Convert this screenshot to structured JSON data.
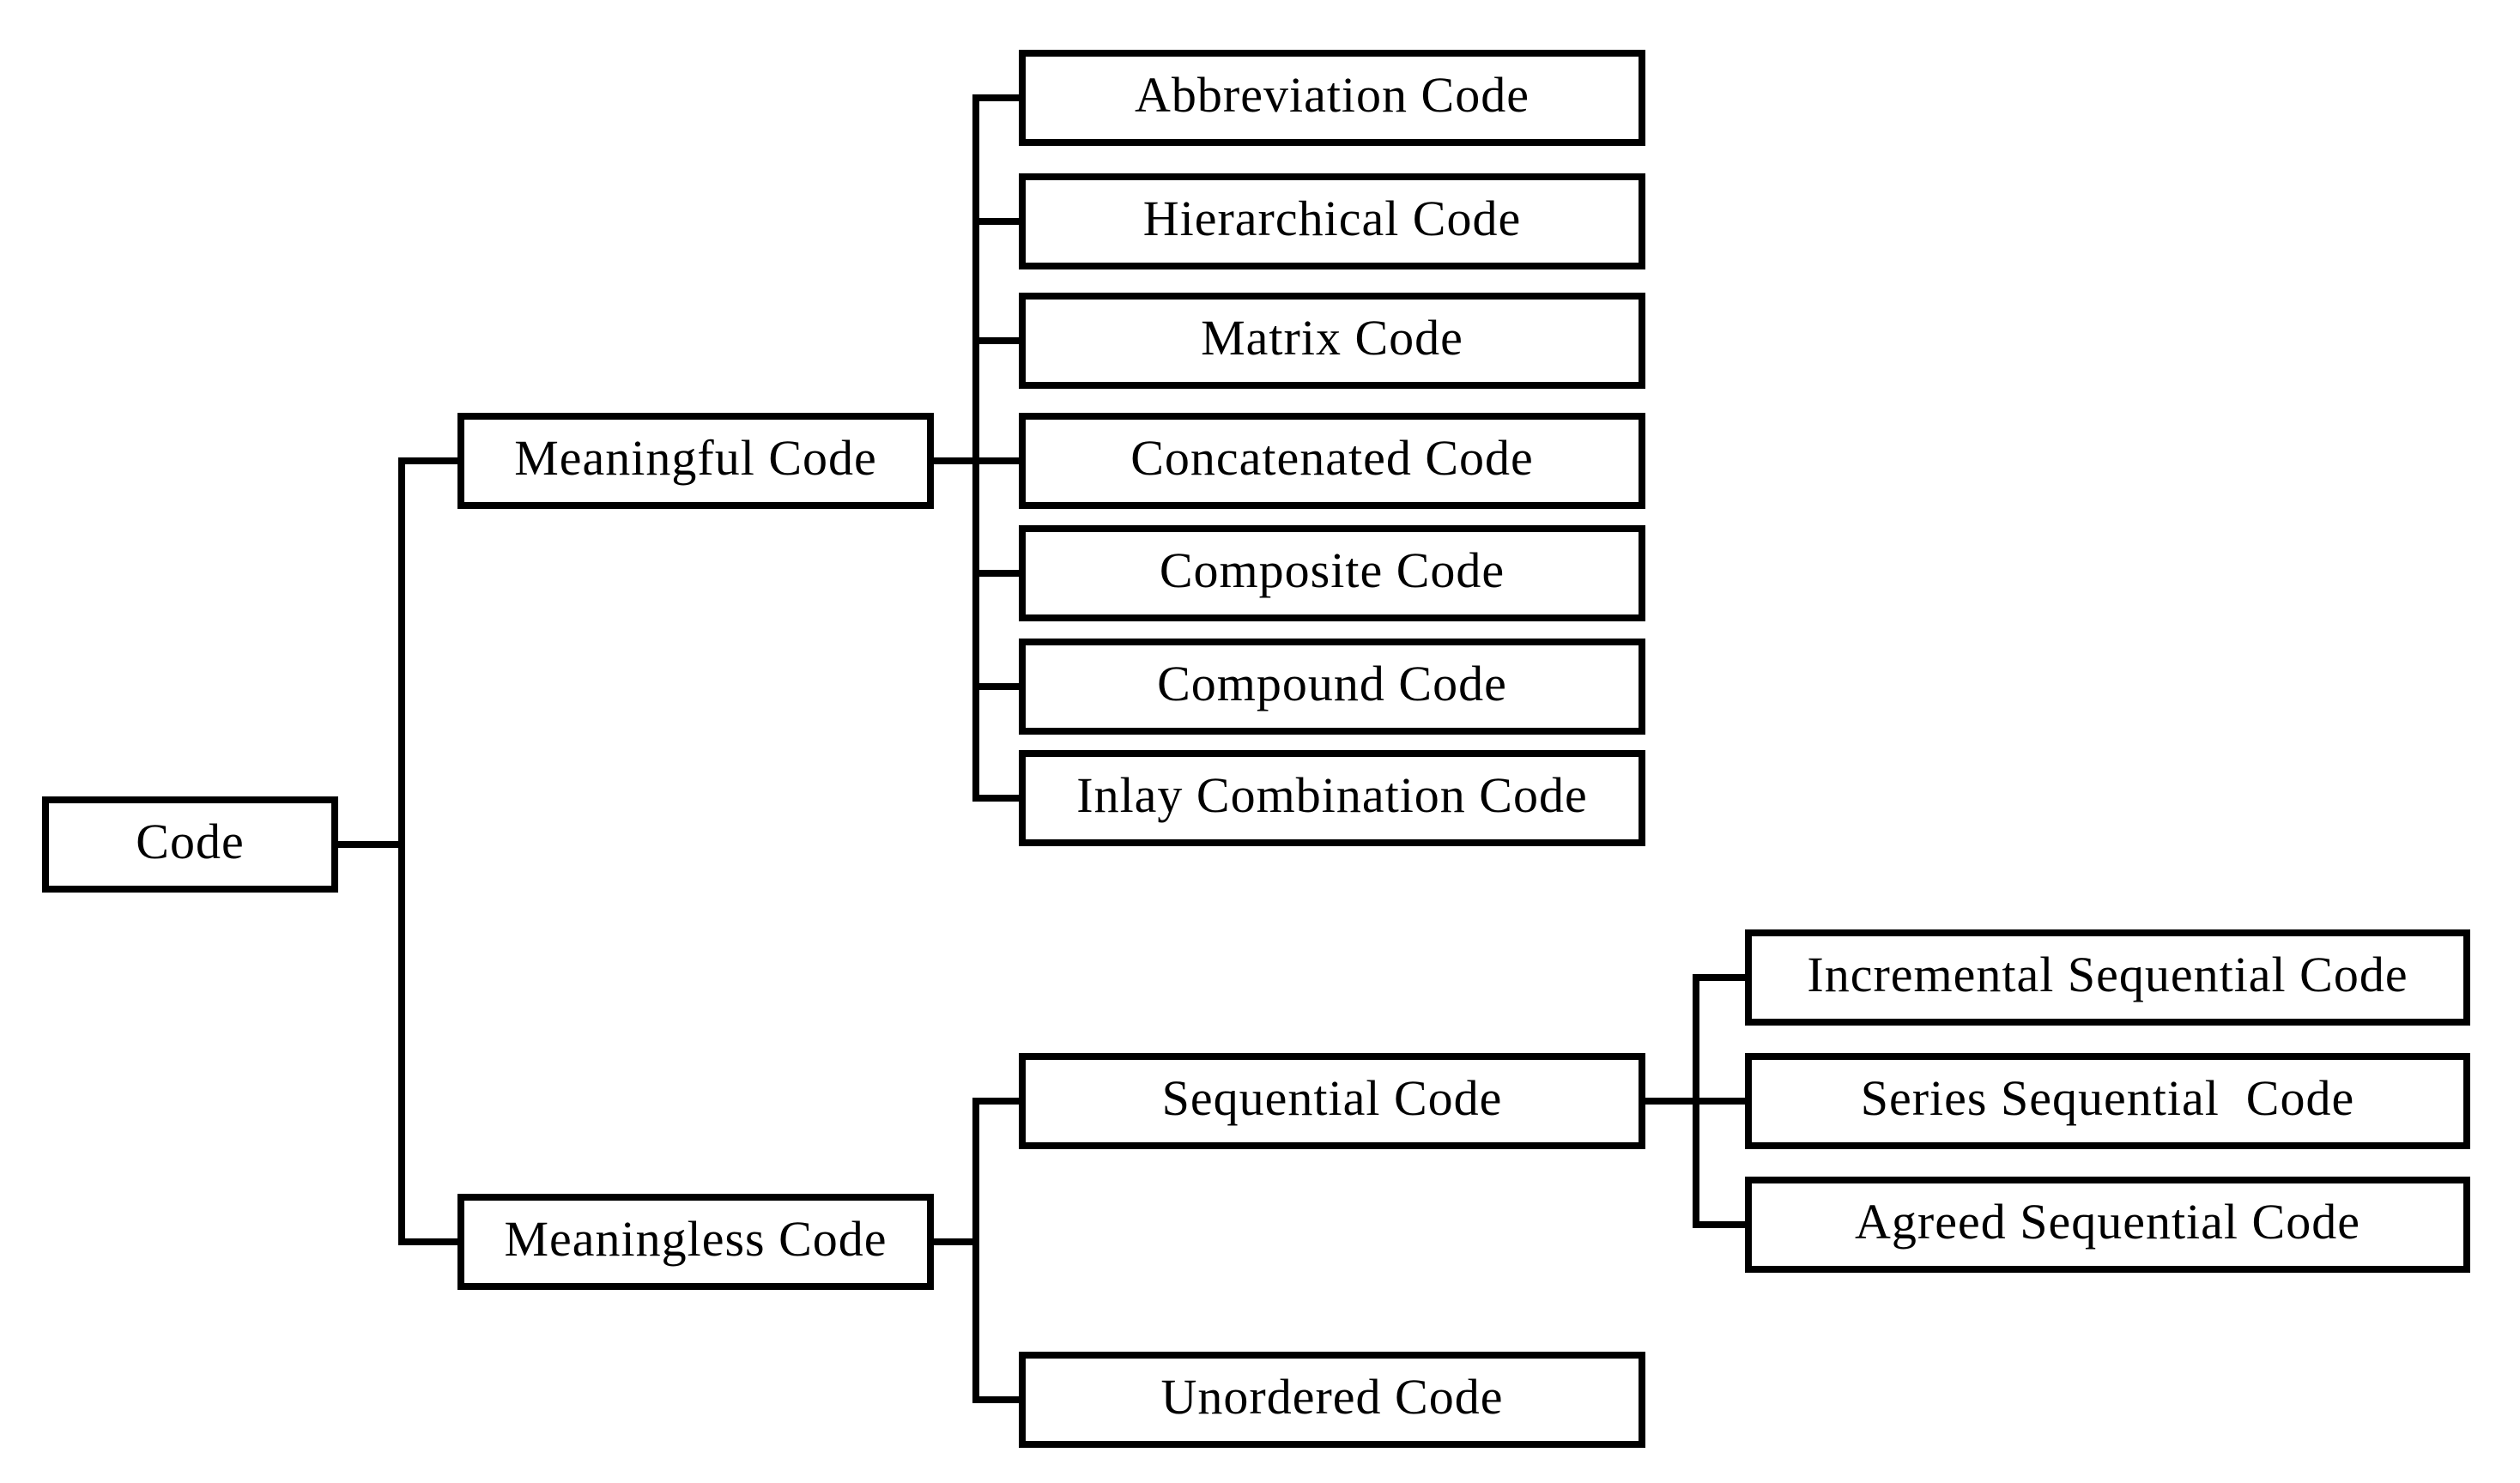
{
  "tree": {
    "label": "Code",
    "children": [
      {
        "label": "Meaningful Code",
        "children": [
          {
            "label": "Abbreviation Code"
          },
          {
            "label": "Hierarchical Code"
          },
          {
            "label": "Matrix Code"
          },
          {
            "label": "Concatenated Code"
          },
          {
            "label": "Composite Code"
          },
          {
            "label": "Compound Code"
          },
          {
            "label": "Inlay Combination Code"
          }
        ]
      },
      {
        "label": "Meaningless Code",
        "children": [
          {
            "label": "Sequential Code",
            "children": [
              {
                "label": "Incremental Sequential Code"
              },
              {
                "label": "Series Sequential  Code"
              },
              {
                "label": "Agreed Sequential Code"
              }
            ]
          },
          {
            "label": "Unordered Code"
          }
        ]
      }
    ]
  },
  "colors": {
    "background": "#ffffff",
    "box_fill": "#ffffff",
    "box_border": "#000000",
    "connector": "#000000",
    "text": "#000000"
  }
}
